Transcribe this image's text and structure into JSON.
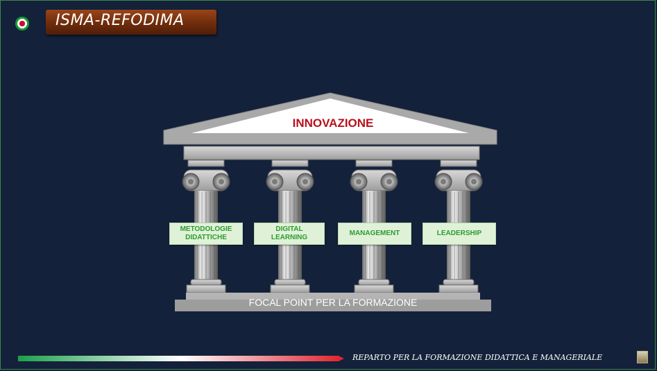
{
  "header": {
    "title": "ISMA-REFODIMA"
  },
  "temple": {
    "roof_label": "INNOVAZIONE",
    "base_label": "FOCAL POINT PER LA FORMAZIONE",
    "pillars": [
      {
        "label": "METODOLOGIE DIDATTICHE"
      },
      {
        "label": "DIGITAL LEARNING"
      },
      {
        "label": "MANAGEMENT"
      },
      {
        "label": "LEADERSHIP"
      }
    ]
  },
  "footer": {
    "text": "REPARTO PER LA FORMAZIONE DIDATTICA E MANAGERIALE"
  },
  "colors": {
    "background": "#14213a",
    "roof_text": "#b8101c",
    "pillar_label_text": "#2f9a2f",
    "title_box": "#7a3210"
  }
}
